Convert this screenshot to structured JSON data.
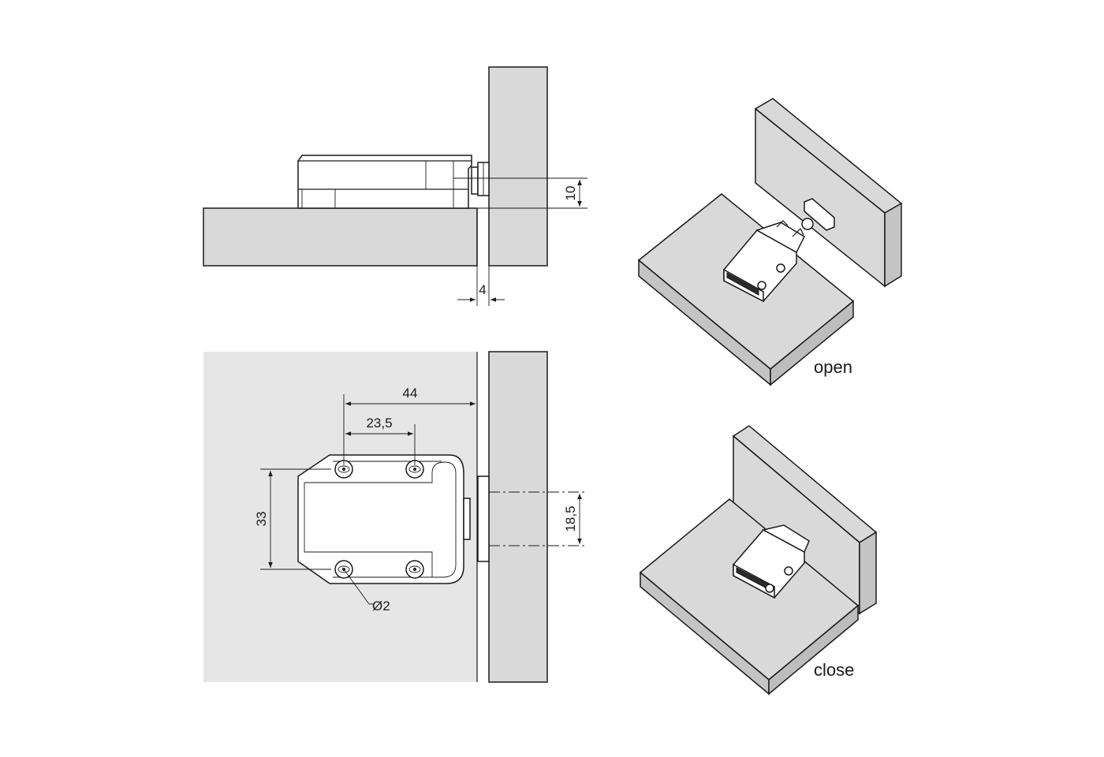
{
  "dimensions": {
    "side_height": "10",
    "side_gap": "4",
    "front_width_total": "44",
    "front_width_holes": "23,5",
    "front_height": "33",
    "front_hole_diameter": "Ø2",
    "front_striker_height": "18,5"
  },
  "labels": {
    "open": "open",
    "close": "close"
  },
  "colors": {
    "panel": "#d9d9d9",
    "line": "#1a1a1a",
    "background": "#ffffff"
  }
}
